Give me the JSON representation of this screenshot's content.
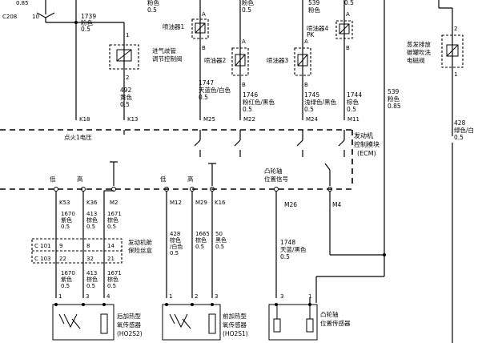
{
  "top": {
    "c208": "C208",
    "c208_pin": "10",
    "wire_085_top": "0.85",
    "pink_top_1": "粉色",
    "pink_top_2": "粉色",
    "wire_05_a": "0.5",
    "wire_05_b": "0.5",
    "wire_539_top": "539",
    "wire_pink_539": "粉色",
    "wire_05_c": "0.5"
  },
  "wires_left": {
    "w1739": "1739",
    "w1739_color": "粉色",
    "w1739_size": "0.5",
    "w492": "492",
    "w492_color": "黄色",
    "w492_size": "0.5"
  },
  "injectors": {
    "inj1": "喷油器1",
    "inj2": "喷油器2",
    "inj3": "喷油器3",
    "inj4": "喷油器4",
    "pk": "PK",
    "pin_a": "A",
    "pin_b": "B"
  },
  "valve_labels": {
    "intake_valve_1": "进气歧管",
    "intake_valve_2": "调节控制阀",
    "evap_1": "蒸发排放",
    "evap_2": "碳罐吹洗",
    "evap_3": "电磁阀",
    "pin_1": "1",
    "pin_2": "2"
  },
  "injector_wires": {
    "w1747": "1747",
    "w1747_color": "天蓝色/白色",
    "w1747_size": "0.5",
    "w1746": "1746",
    "w1746_color": "粉红色/黑色",
    "w1746_size": "0.5",
    "w1745": "1745",
    "w1745_color": "浅绿色/黑色",
    "w1745_size": "0.5",
    "w1744": "1744",
    "w1744_color": "棕色",
    "w1744_size": "0.5",
    "w539": "539",
    "w539_color": "粉色",
    "w539_size": "0.85",
    "w428": "428",
    "w428_color": "绿色/白",
    "w428_size": "0.5"
  },
  "ecm": {
    "k18": "K18",
    "k13": "K13",
    "m25": "M25",
    "m22": "M22",
    "m24": "M24",
    "m11": "M11",
    "ign_label": "点火1电压",
    "title_1": "发动机",
    "title_2": "控制模块",
    "title_3": "(ECM)",
    "low": "低",
    "high": "高",
    "k53": "K53",
    "k36": "K36",
    "m2": "M2",
    "m12": "M12",
    "m29": "M29",
    "k16": "K16",
    "cam_1": "凸轮轴",
    "cam_2": "位置信号",
    "m26": "M26",
    "m4": "M4"
  },
  "lower_wires": {
    "w1670": "1670",
    "w1670_color": "紫色",
    "w413": "413",
    "w413_color": "棕色",
    "w1671": "1671",
    "w1671_color": "棕色",
    "size_05": "0.5",
    "c101": "C 101",
    "c103": "C 103",
    "p9": "9",
    "p8": "8",
    "p14": "14",
    "p22": "22",
    "p32": "32",
    "p21": "21",
    "fusebox_1": "发动机舱",
    "fusebox_2": "保险丝盒",
    "w428b": "428",
    "w428b_color": "棕色",
    "w428b_color2": "/白色",
    "w1665": "1665",
    "w1665_color": "棕色",
    "w50": "50",
    "w50_color": "黑色",
    "w1748": "1748",
    "w1748_color": "天蓝/黑色"
  },
  "sensors": {
    "rear_o2_1": "后加热型",
    "rear_o2_2": "氧传感器",
    "rear_o2_3": "(HO2S2)",
    "front_o2_1": "前加热型",
    "front_o2_2": "氧传感器",
    "front_o2_3": "(HO2S1)",
    "cam_sensor_1": "凸轮轴",
    "cam_sensor_2": "位置传感器",
    "p1": "1",
    "p2": "2",
    "p3": "3",
    "p4": "4"
  }
}
